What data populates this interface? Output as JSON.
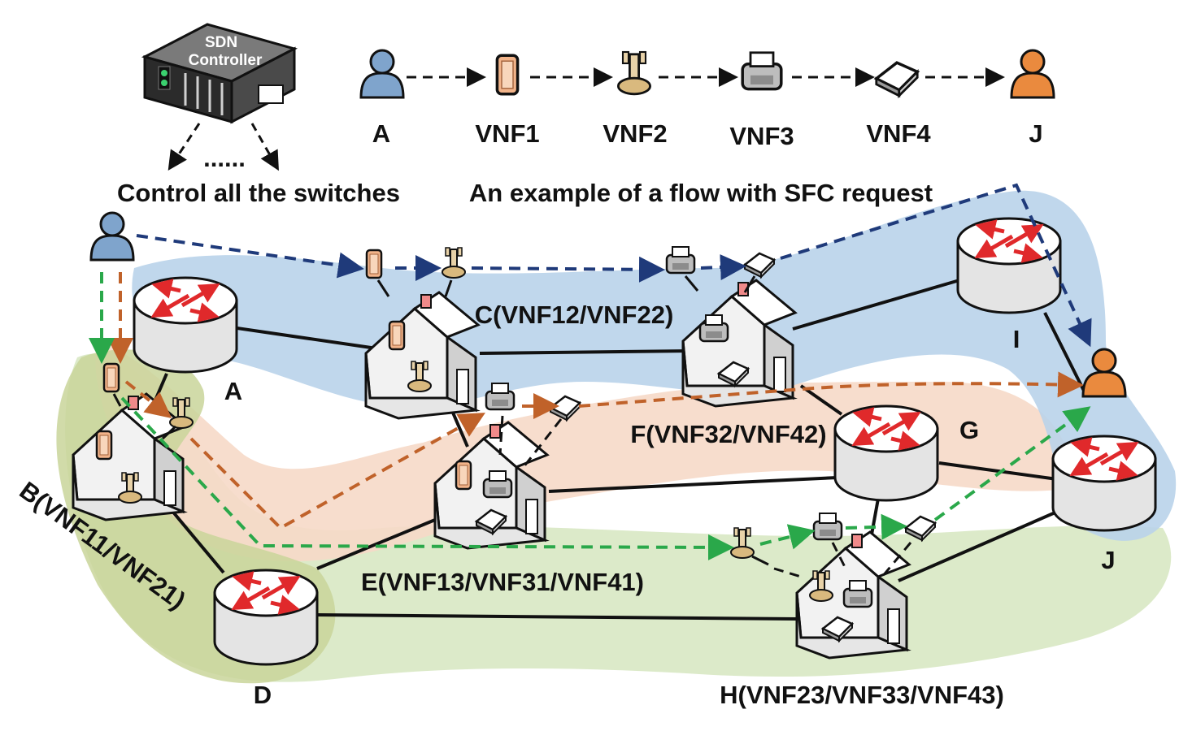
{
  "controller": {
    "label_line1": "SDN",
    "label_line2": "Controller",
    "dots": "......",
    "caption": "Control all the switches"
  },
  "sfc": {
    "caption": "An example of a flow with SFC request",
    "chain": [
      "A",
      "VNF1",
      "VNF2",
      "VNF3",
      "VNF4",
      "J"
    ]
  },
  "network": {
    "switches": {
      "A": "A",
      "D": "D",
      "G": "G",
      "I": "I",
      "J": "J"
    },
    "servers": {
      "B": "B(VNF11/VNF21)",
      "C": "C(VNF12/VNF22)",
      "E": "E(VNF13/VNF31/VNF41)",
      "F": "F(VNF32/VNF42)",
      "H": "H(VNF23/VNF33/VNF43)"
    }
  },
  "colors": {
    "path_blue": "#1f3a7a",
    "path_orange": "#c0622a",
    "path_green": "#2aa84a",
    "region_blue": "#b9d3ea",
    "region_orange": "#f6d9c8",
    "region_green": "#d6e6bf",
    "region_olive": "#c9d59a",
    "router_red": "#e0292b",
    "user_blue": "#7fa4cc",
    "user_orange": "#ea8a3e"
  },
  "icons": {
    "firewall": "firewall-icon",
    "load_balancer": "load-balancer-icon",
    "printer": "printer-icon",
    "scanner": "scanner-icon",
    "router": "router-icon",
    "server_house": "server-icon",
    "user": "user-icon"
  }
}
